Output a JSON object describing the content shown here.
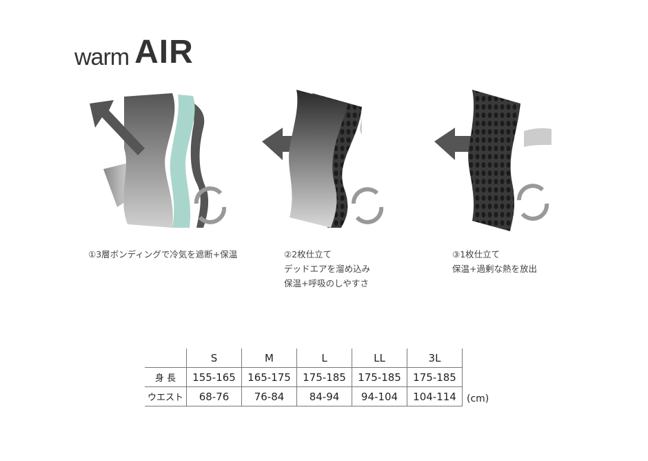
{
  "logo": {
    "word1": "warm",
    "word2": "AIR"
  },
  "panels": [
    {
      "lines": [
        "①3層ボンディングで冷気を遮断+保温"
      ]
    },
    {
      "lines": [
        "②2枚仕立て",
        "デッドエアを溜め込み",
        "保温+呼吸のしやすさ"
      ]
    },
    {
      "lines": [
        "③1枚仕立て",
        "保温+過剰な熱を放出"
      ]
    }
  ],
  "size_table": {
    "headers": [
      "",
      "S",
      "M",
      "L",
      "LL",
      "3L"
    ],
    "rows": [
      {
        "label": "身 長",
        "values": [
          "155-165",
          "165-175",
          "175-185",
          "175-185",
          "175-185"
        ]
      },
      {
        "label": "ウエスト",
        "values": [
          "68-76",
          "76-84",
          "84-94",
          "94-104",
          "104-114"
        ]
      }
    ],
    "unit": "(cm)"
  },
  "colors": {
    "fabric_gray": "#6e6e6e",
    "mint_layer": "#a9d6cc",
    "arrow": "#555555"
  }
}
